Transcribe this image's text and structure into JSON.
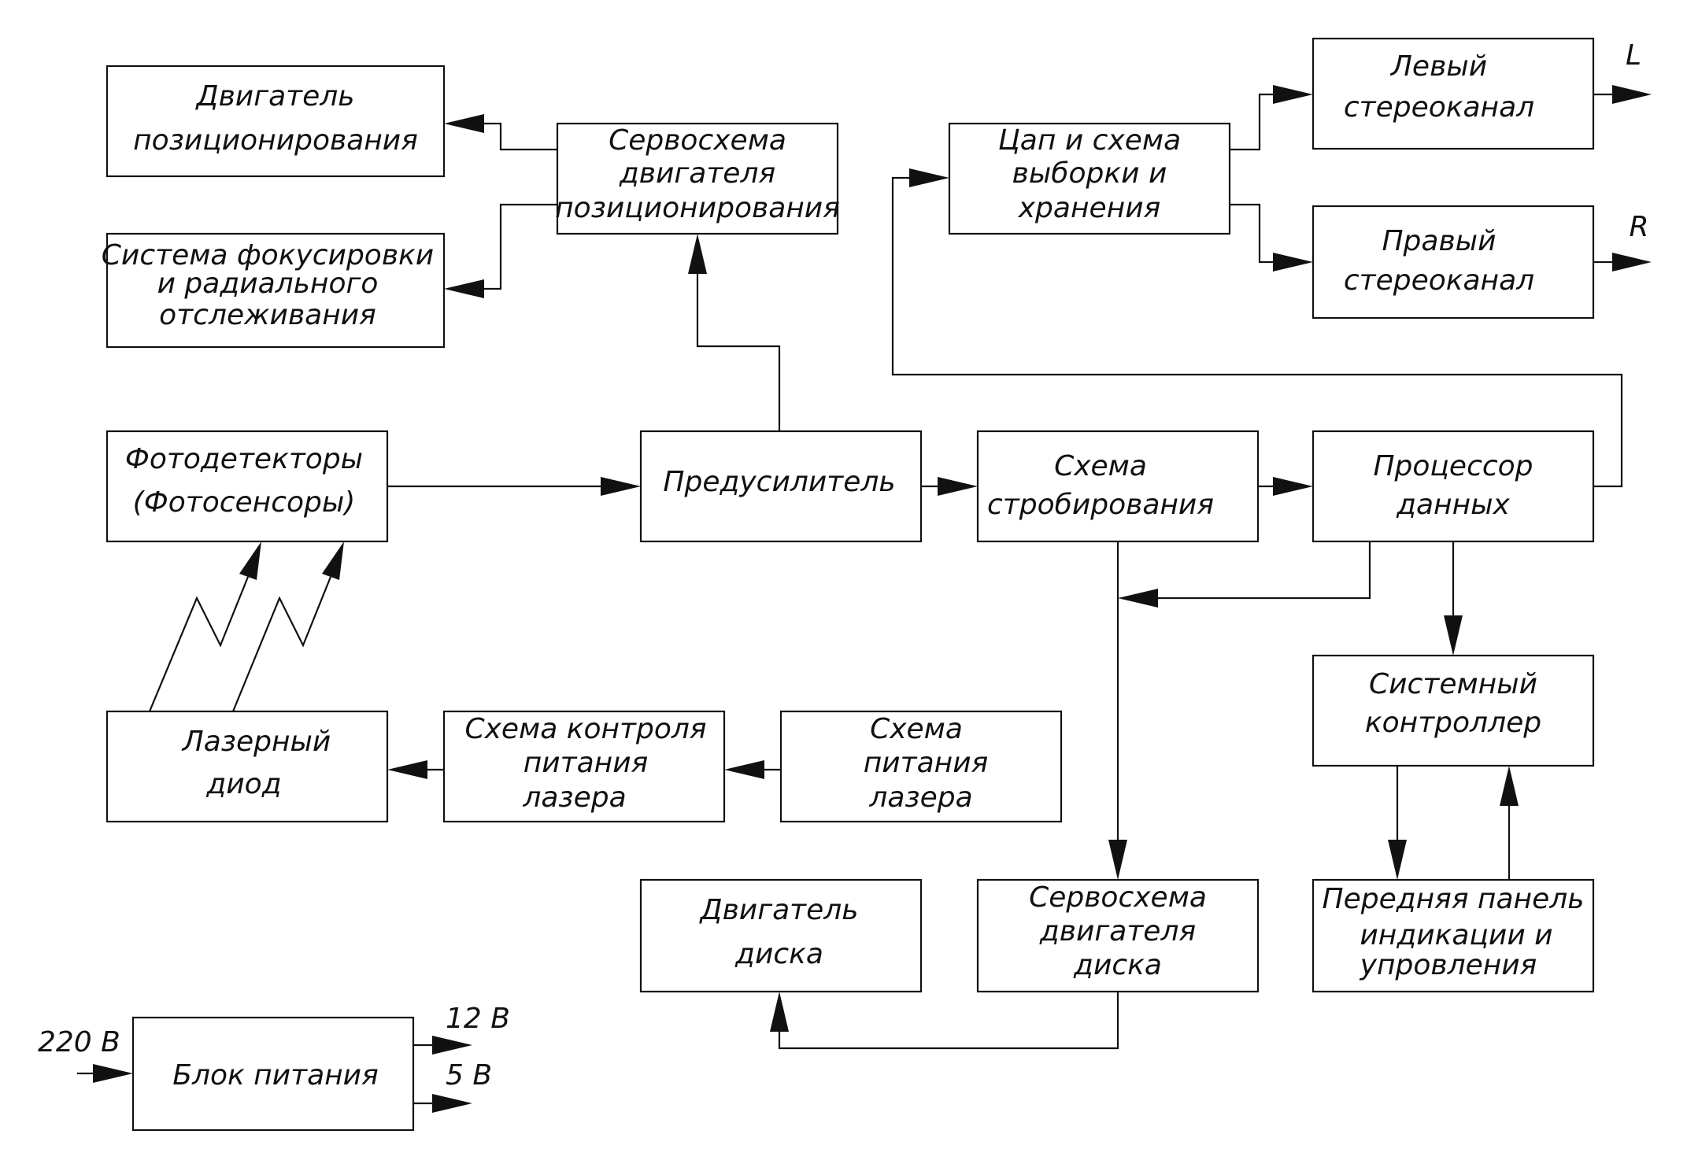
{
  "blocks": {
    "motor_pos": [
      "Двигатель",
      "позиционирования"
    ],
    "servo_pos": [
      "Сервосхема",
      "двигателя",
      "позиционирования"
    ],
    "focus": [
      "Система фокусировки",
      "и радиального",
      "отслеживания"
    ],
    "dac": [
      "Цап и схема",
      "выборки и",
      "хранения"
    ],
    "left_ch": [
      "Левый",
      "стереоканал"
    ],
    "right_ch": [
      "Правый",
      "стереоканал"
    ],
    "photodet": [
      "Фотодетекторы",
      "(Фотосенсоры)"
    ],
    "preamp": [
      "Предусилитель"
    ],
    "strobe": [
      "Схема",
      "стробирования"
    ],
    "processor": [
      "Процессор",
      "данных"
    ],
    "sys_ctrl": [
      "Системный",
      "контроллер"
    ],
    "laser_diode": [
      "Лазерный",
      "диод"
    ],
    "laser_ctrl": [
      "Схема контроля",
      "питания",
      "лазера"
    ],
    "laser_pwr": [
      "Схема",
      "питания",
      "лазера"
    ],
    "disk_motor": [
      "Двигатель",
      "диска"
    ],
    "disk_servo": [
      "Сервосхема",
      "двигателя",
      "диска"
    ],
    "front_panel": [
      "Передняя панель",
      "индикации и",
      "упровления"
    ],
    "psu": [
      "Блок питания"
    ]
  },
  "signals": {
    "out_left": "L",
    "out_right": "R",
    "in_220": "220 В",
    "out_12": "12 В",
    "out_5": "5 В"
  }
}
